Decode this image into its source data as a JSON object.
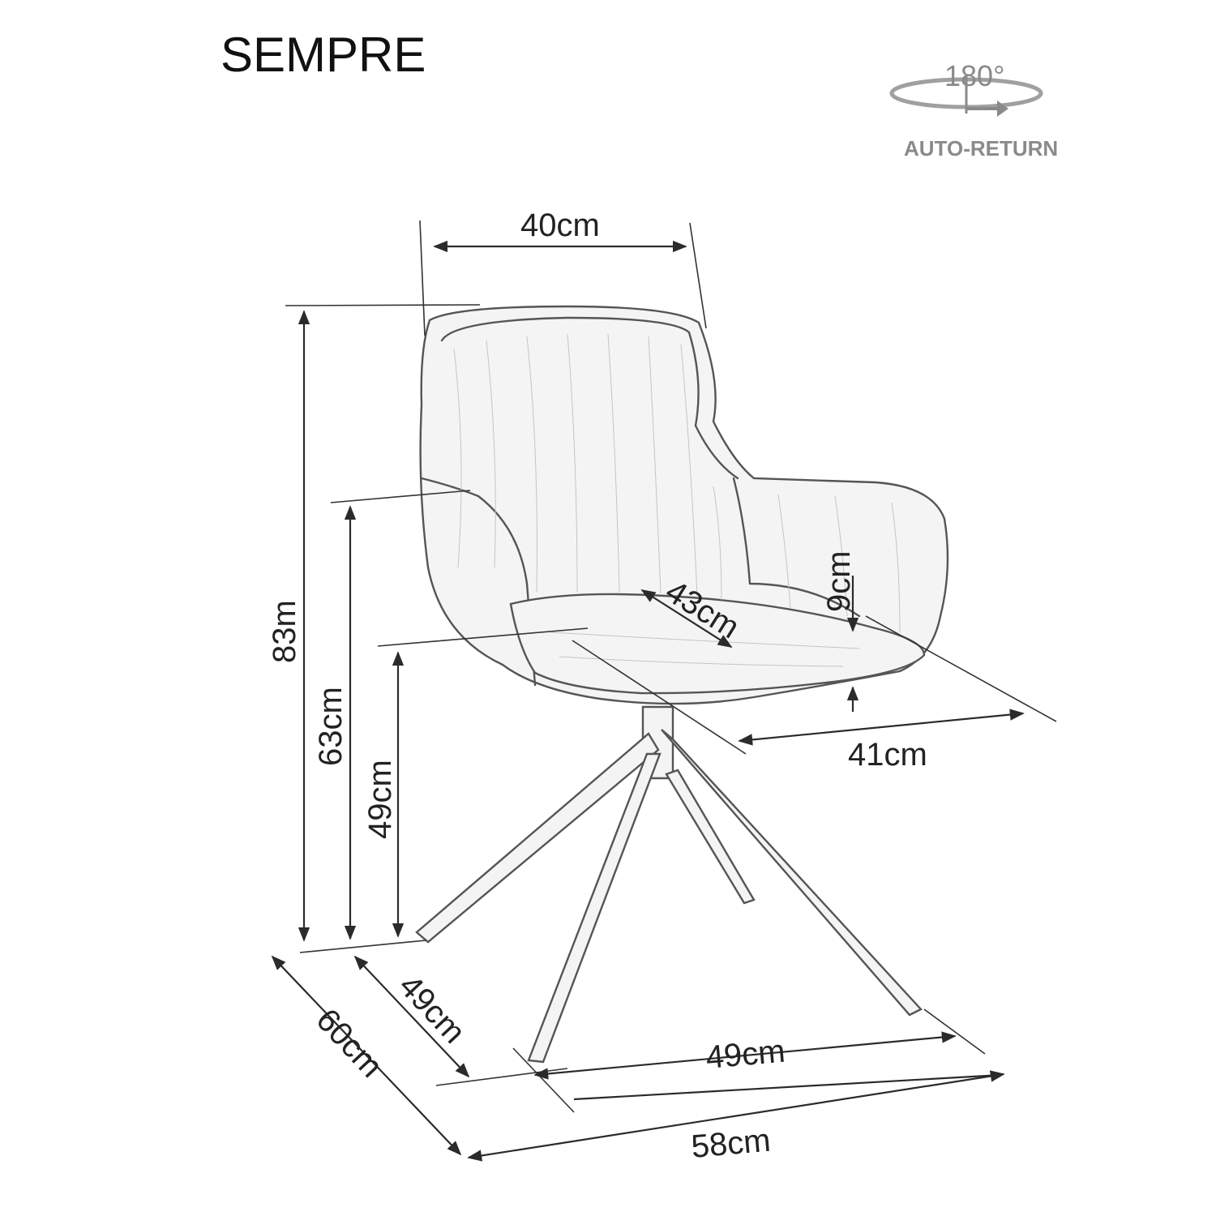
{
  "product": {
    "title": "SEMPRE"
  },
  "badge": {
    "rotation": "180°",
    "label": "AUTO-RETURN",
    "icon": "swivel-rotation-icon",
    "color": "#8a8a8a"
  },
  "dimensions": {
    "backrest_width": "40cm",
    "total_height": "83m",
    "armrest_height": "63cm",
    "seat_height": "49cm",
    "seat_depth": "43cm",
    "armrest_above_seat": "9cm",
    "seat_width": "41cm",
    "base_depth": "49cm",
    "total_depth": "60cm",
    "base_width": "49cm",
    "total_width": "58cm"
  }
}
